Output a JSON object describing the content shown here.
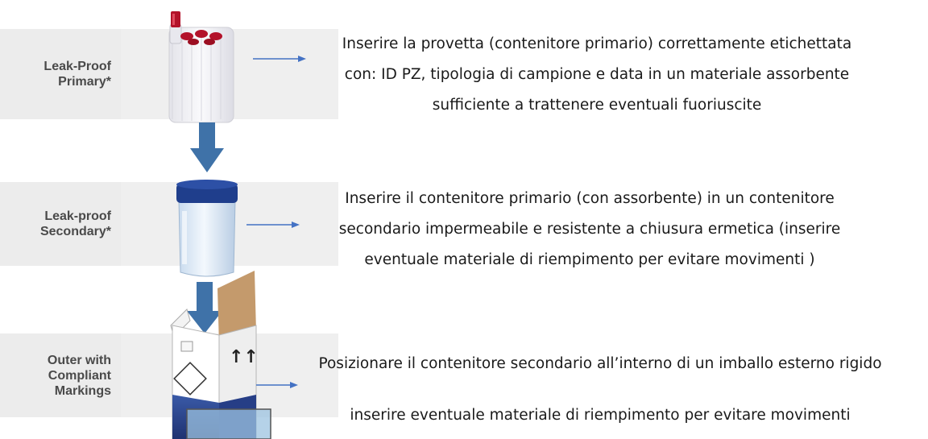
{
  "steps": [
    {
      "label": "Leak-Proof\nPrimary*",
      "text_lines": [
        "Inserire la provetta (contenitore primario) correttamente etichettata",
        "con:  ID PZ, tipologia di campione e data in un materiale assorbente",
        "sufficiente a trattenere eventuali fuoriuscite"
      ]
    },
    {
      "label": "Leak-proof\nSecondary*",
      "text_lines": [
        "Inserire il contenitore primario (con assorbente) in un contenitore",
        "secondario impermeabile e resistente a chiusura ermetica (inserire",
        "eventuale materiale di riempimento per evitare movimenti )"
      ]
    },
    {
      "label": "Outer with\nCompliant\nMarkings",
      "text_lines": [
        "Posizionare il contenitore secondario all’interno di un imballo esterno rigido",
        "inserire eventuale materiale di riempimento per evitare movimenti"
      ]
    }
  ],
  "colors": {
    "arrow_blue": "#4472c4",
    "down_arrow": "#3f72a8",
    "lid_blue": "#1f3e8c"
  }
}
